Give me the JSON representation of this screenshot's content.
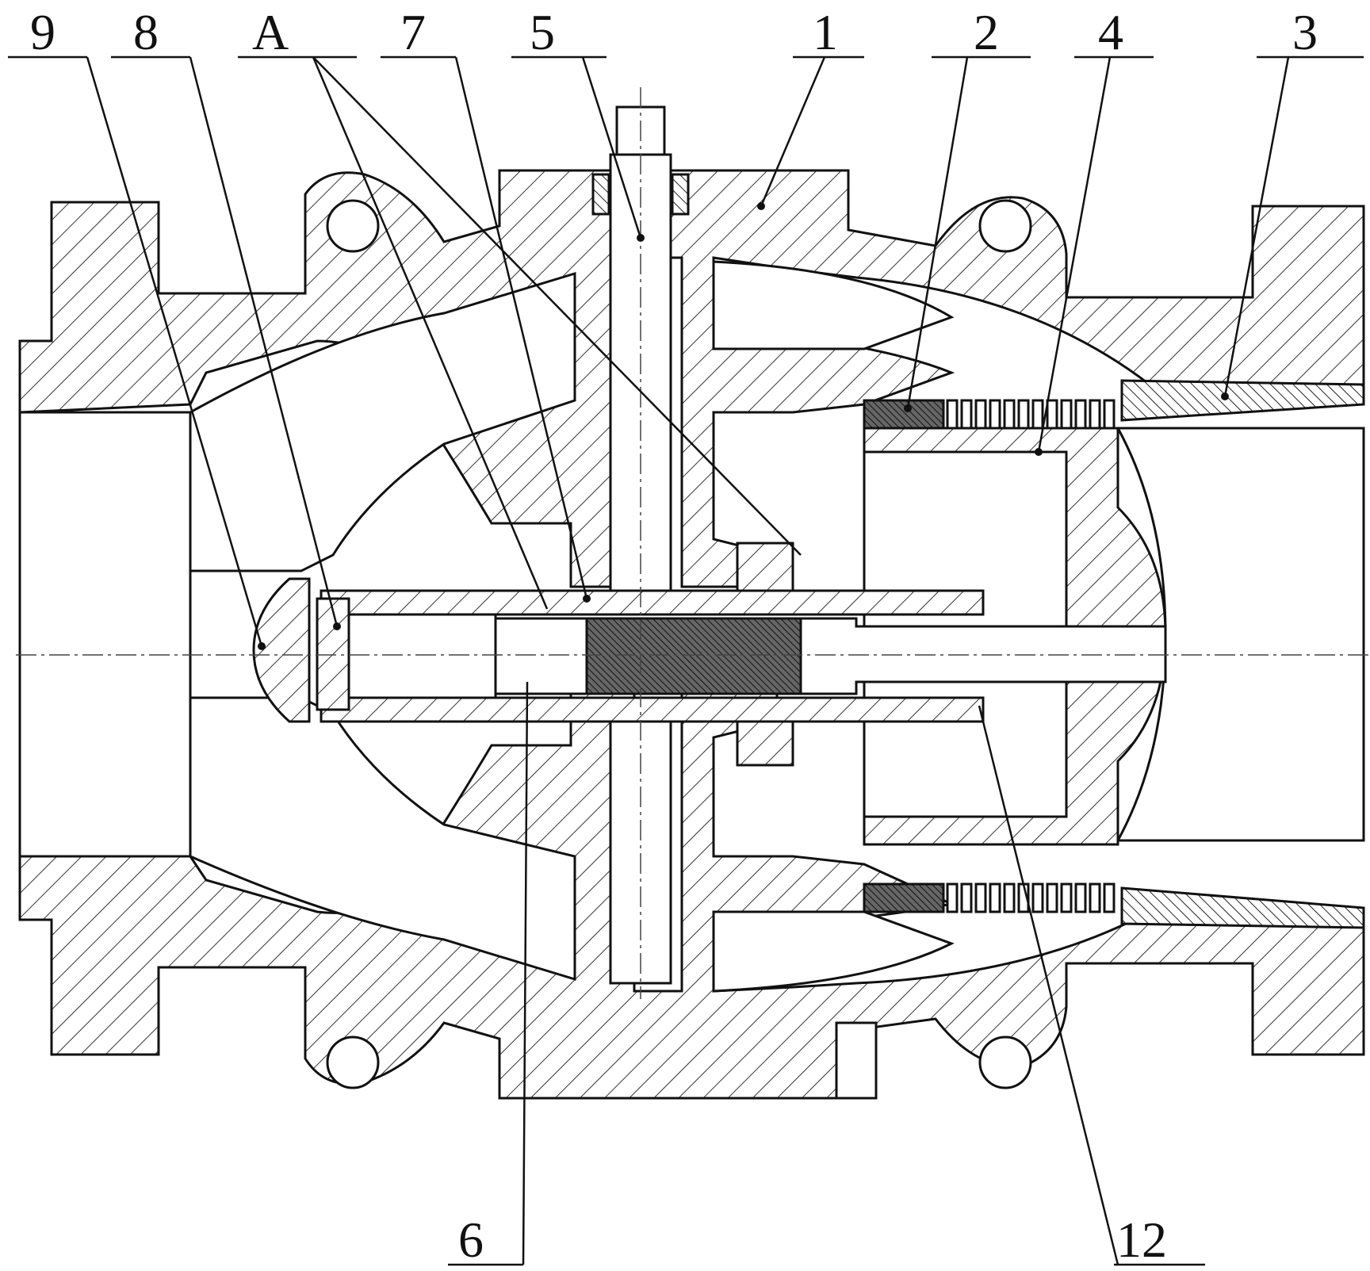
{
  "labels": {
    "l9": "9",
    "l8": "8",
    "lA": "A",
    "l7": "7",
    "l5": "5",
    "l1": "1",
    "l2": "2",
    "l4": "4",
    "l3": "3",
    "l6": "6",
    "l12": "12"
  },
  "colors": {
    "line": "#111111",
    "hatch": "#333333",
    "paper": "#ffffff"
  }
}
